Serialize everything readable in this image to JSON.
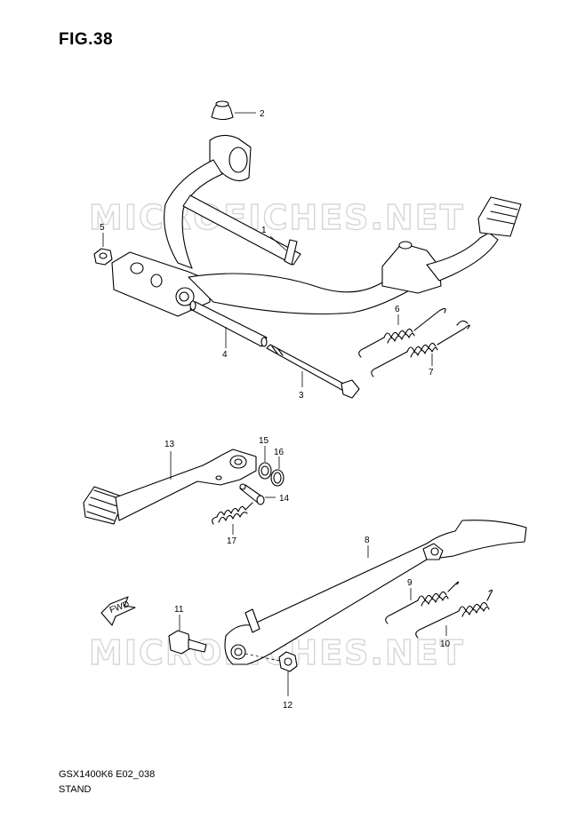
{
  "figure": {
    "title": "FIG.38",
    "model_code": "GSX1400K6 E02_038",
    "section_name": "STAND"
  },
  "watermark": {
    "text": "MICROFICHES.NET"
  },
  "fwd_arrow": {
    "label": "FWD"
  },
  "callouts": [
    "1",
    "2",
    "3",
    "4",
    "5",
    "6",
    "7",
    "8",
    "9",
    "10",
    "11",
    "12",
    "13",
    "14",
    "15",
    "16",
    "17"
  ]
}
